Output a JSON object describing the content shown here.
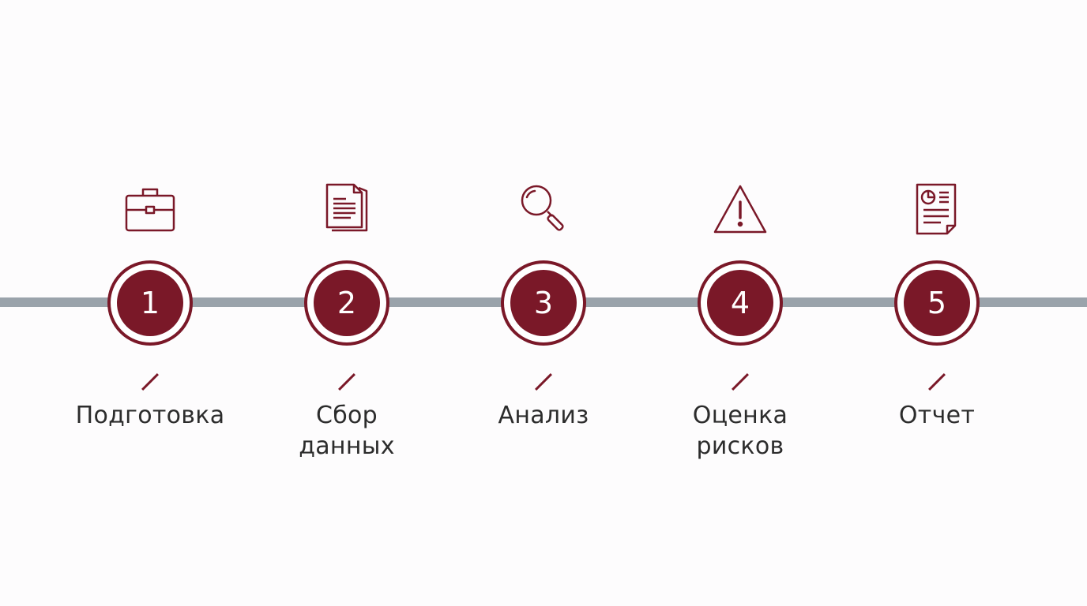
{
  "colors": {
    "accent": "#7a1828",
    "line": "#9aa3ab",
    "text": "#2c2c2c",
    "background": "#fdfcfd"
  },
  "steps": [
    {
      "number": "1",
      "label": "Подготовка",
      "icon": "briefcase-icon"
    },
    {
      "number": "2",
      "label": "Сбор\nданных",
      "icon": "documents-icon"
    },
    {
      "number": "3",
      "label": "Анализ",
      "icon": "magnifier-icon"
    },
    {
      "number": "4",
      "label": "Оценка\nрисков",
      "icon": "warning-icon"
    },
    {
      "number": "5",
      "label": "Отчет",
      "icon": "report-icon"
    }
  ]
}
